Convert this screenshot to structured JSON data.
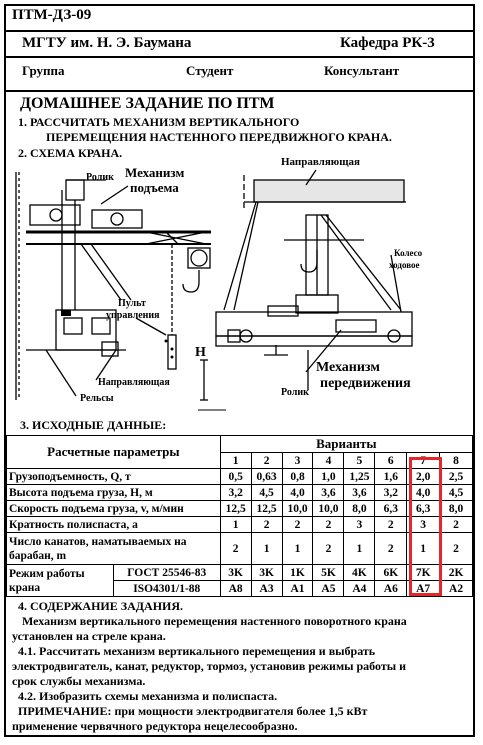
{
  "header": {
    "code": "ПТМ-ДЗ-09",
    "university": "МГТУ им. Н. Э. Баумана",
    "department": "Кафедра РК-3",
    "group_label": "Группа",
    "student_label": "Студент",
    "consultant_label": "Консультант"
  },
  "title": "ДОМАШНЕЕ ЗАДАНИЕ ПО ПТМ",
  "section1": {
    "line1": "1. РАССЧИТАТЬ МЕХАНИЗМ ВЕРТИКАЛЬНОГО",
    "line2": "ПЕРЕМЕЩЕНИЯ НАСТЕННОГО   ПЕРЕДВИЖНОГО КРАНА."
  },
  "section2_title": "2. СХЕМА КРАНА.",
  "diagram_labels": {
    "roller_top": "Ролик",
    "lift_mechanism_1": "Механизм",
    "lift_mechanism_2": "подъема",
    "guide_right": "Направляющая",
    "wheel_1": "Колесо",
    "wheel_2": "ходовое",
    "control_1": "Пульт",
    "control_2": "управления",
    "h_mark": "H",
    "guide_bottom": "Направляющая",
    "rails": "Рельсы",
    "travel_mechanism_1": "Механизм",
    "travel_mechanism_2": "передвижения",
    "roller_bottom": "Ролик"
  },
  "section3_title": "3. ИСХОДНЫЕ ДАННЫЕ:",
  "table": {
    "param_header": "Расчетные параметры",
    "variants_header": "Варианты",
    "variants": [
      "1",
      "2",
      "3",
      "4",
      "5",
      "6",
      "7",
      "8"
    ],
    "rows": [
      {
        "label": "Грузоподъемность, Q, т",
        "values": [
          "0,5",
          "0,63",
          "0,8",
          "1,0",
          "1,25",
          "1,6",
          "2,0",
          "2,5"
        ]
      },
      {
        "label": "Высота подъема груза, H, м",
        "values": [
          "3,2",
          "4,5",
          "4,0",
          "3,6",
          "3,6",
          "3,2",
          "4,0",
          "4,5"
        ]
      },
      {
        "label": "Скорость подъема груза, v, м/мин",
        "values": [
          "12,5",
          "12,5",
          "10,0",
          "10,0",
          "8,0",
          "6,3",
          "6,3",
          "8,0"
        ]
      },
      {
        "label": "Кратность полиспаста, а",
        "values": [
          "1",
          "2",
          "2",
          "2",
          "3",
          "2",
          "3",
          "2"
        ]
      },
      {
        "label_1": "Число канатов, наматываемых на",
        "label_2": "барабан, m",
        "values": [
          "2",
          "1",
          "1",
          "2",
          "1",
          "2",
          "1",
          "2"
        ]
      }
    ],
    "mode": {
      "label_1": "Режим работы",
      "label_2": "крана",
      "std1": "ГОСТ 25546-83",
      "std2": "ISO4301/1-88",
      "values1": [
        "3K",
        "3K",
        "1K",
        "5K",
        "4K",
        "6K",
        "7K",
        "2K"
      ],
      "values2": [
        "A8",
        "A3",
        "A1",
        "A5",
        "A4",
        "A6",
        "A7",
        "A2"
      ]
    }
  },
  "section4": {
    "title": "4. СОДЕРЖАНИЕ ЗАДАНИЯ.",
    "l1": "Механизм вертикального перемещения  настенного поворотного крана",
    "l2": "установлен на стреле крана.",
    "l3": "4.1. Рассчитать механизм вертикального перемещения и выбрать",
    "l4": "электродвигатель, канат, редуктор, тормоз, установив режимы работы и",
    "l5": "срок службы механизма.",
    "l6": "4.2. Изобразить схемы механизма и полиспаста.",
    "l7": "ПРИМЕЧАНИЕ:   при мощности электродвигателя более 1,5 кВт",
    "l8": "применение червячного редуктора нецелесообразно."
  },
  "colors": {
    "highlight": "#e0282d"
  }
}
